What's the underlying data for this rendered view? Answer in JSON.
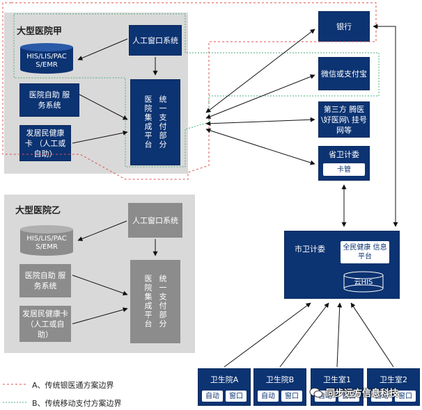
{
  "hospital_a": {
    "title": "大型医院甲",
    "db_label": "HIS/LIS/PAC S/EMR",
    "window_system": "人工窗口系统",
    "self_service": "医院自助 服务系统",
    "health_card": "发居民健康卡 （人工或自助）",
    "platform_left": "医院集成平台",
    "platform_right": "统一支付部分"
  },
  "hospital_b": {
    "title": "大型医院乙",
    "db_label": "HIS/LIS/PAC S/EMR",
    "window_system": "人工窗口系统",
    "self_service": "医院自助 服务系统",
    "health_card": "发居民健康卡 （人工或自助）",
    "platform_left": "医院集成平台",
    "platform_right": "统一支付部分"
  },
  "right_boxes": {
    "bank": "银行",
    "wechat": "微信或支付宝",
    "third_party": "第三方 腾医\\好医网\\ 挂号网等",
    "province": "省卫计委",
    "card_mgmt": "卡管"
  },
  "city": {
    "title": "市卫计委",
    "platform": "全民健康 信息平台",
    "cloud_his": "云HIS"
  },
  "clinics": [
    {
      "name": "卫生院A",
      "btn1": "自动",
      "btn2": "窗口"
    },
    {
      "name": "卫生院B",
      "btn1": "自动",
      "btn2": "窗口"
    },
    {
      "name": "卫生室1",
      "btn1": "自动",
      "btn2": "窗口"
    },
    {
      "name": "卫生室2",
      "btn1": "自动",
      "btn2": "窗口"
    }
  ],
  "legend": {
    "a": "A、传统银医通方案边界",
    "b": "B、传统移动支付方案边界"
  },
  "watermark": "同步远方信息科技",
  "colors": {
    "navy": "#0c3372",
    "grey_box": "#8c8c8c",
    "panel": "#d9d9d9",
    "red_dash": "#e05050",
    "green_dash": "#4caf7a"
  }
}
